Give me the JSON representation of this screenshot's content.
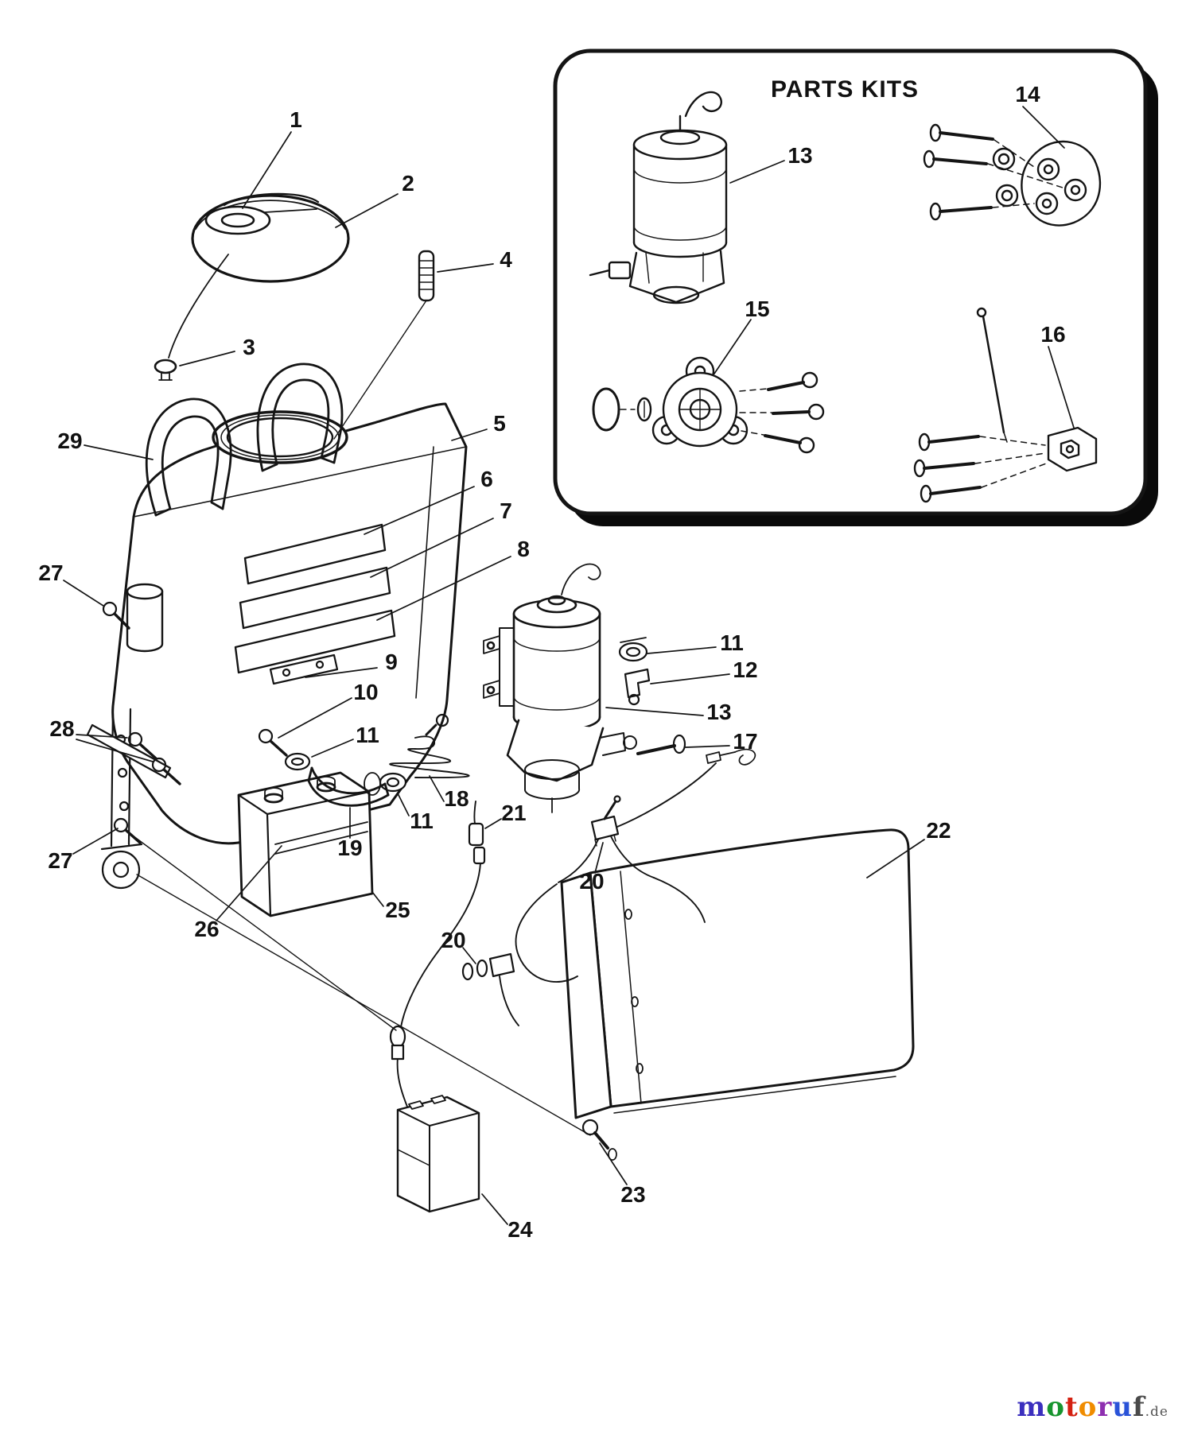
{
  "inset": {
    "title": "PARTS KITS"
  },
  "callouts": {
    "c1": "1",
    "c2": "2",
    "c3": "3",
    "c4": "4",
    "c5": "5",
    "c6": "6",
    "c7": "7",
    "c8": "8",
    "c9": "9",
    "c10": "10",
    "c11a": "11",
    "c11b": "11",
    "c11c": "11",
    "c12": "12",
    "c13": "13",
    "c17": "17",
    "c18": "18",
    "c19": "19",
    "c20a": "20",
    "c20b": "20",
    "c21": "21",
    "c22": "22",
    "c23": "23",
    "c24": "24",
    "c25": "25",
    "c26": "26",
    "c27a": "27",
    "c27b": "27",
    "c28": "28",
    "c29": "29",
    "k13": "13",
    "k14": "14",
    "k15": "15",
    "k16": "16"
  },
  "watermark": {
    "letters": [
      {
        "ch": "m",
        "color": "#3b2fbe"
      },
      {
        "ch": "o",
        "color": "#18952f"
      },
      {
        "ch": "t",
        "color": "#d42010"
      },
      {
        "ch": "o",
        "color": "#f08c00"
      },
      {
        "ch": "r",
        "color": "#8e2fb0"
      },
      {
        "ch": "u",
        "color": "#2a53d8"
      },
      {
        "ch": "f",
        "color": "#4a4a4a"
      }
    ],
    "suffix": ".de"
  },
  "colors": {
    "line": "#141414",
    "background": "#ffffff"
  }
}
